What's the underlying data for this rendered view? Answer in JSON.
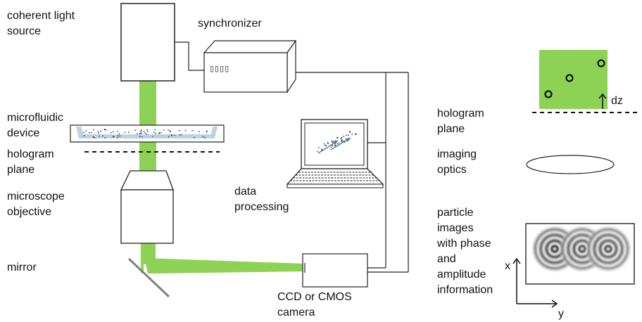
{
  "labels": {
    "light_source": "coherent light\nsource",
    "synchronizer": "synchronizer",
    "microfluidic_device": "microfluidic\ndevice",
    "hologram_plane_left": "hologram\nplane",
    "microscope_objective": "microscope\nobjective",
    "mirror": "mirror",
    "data_processing": "data\nprocessing",
    "camera": "CCD or CMOS\ncamera",
    "hologram_plane_right": "hologram\nplane",
    "imaging_optics": "imaging\noptics",
    "particle_images": "particle\nimages\nwith phase\nand\namplitude\ninformation",
    "dz": "dz",
    "axis_x": "x",
    "axis_y": "y",
    "sync_display": "▯▯▯▯"
  },
  "colors": {
    "beam": "#8dd255",
    "flow_channel": "#bcd3e6",
    "arrow_blue": "#4a7fb5",
    "ring_gray": "#9a9a9a",
    "mirror_gray": "#808080",
    "outline": "#222222"
  }
}
